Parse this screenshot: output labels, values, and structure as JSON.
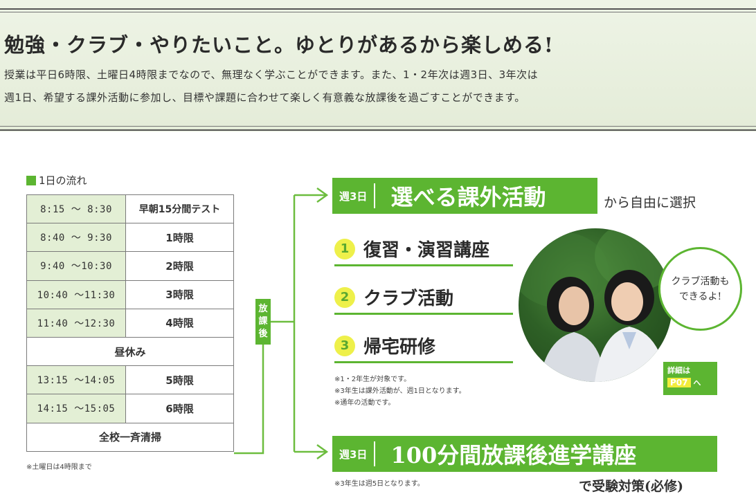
{
  "header": {
    "headline": "勉強・クラブ・やりたいこと。ゆとりがあるから楽しめる!",
    "intro_line1": "授業は平日6時限、土曜日4時限までなので、無理なく学ぶことができます。また、1・2年次は週3日、3年次は",
    "intro_line2": "週1日、希望する課外活動に参加し、目標や課題に合わせて楽しく有意義な放課後を過ごすことができます。"
  },
  "schedule": {
    "label": "1日の流れ",
    "rows": [
      {
        "time": "8:15 ～ 8:30",
        "period": "早朝15分間テスト"
      },
      {
        "time": "8:40 ～ 9:30",
        "period": "1時限"
      },
      {
        "time": "9:40 ～10:30",
        "period": "2時限"
      },
      {
        "time": "10:40 ～11:30",
        "period": "3時限"
      },
      {
        "time": "11:40 ～12:30",
        "period": "4時限"
      },
      {
        "full": "昼休み"
      },
      {
        "time": "13:15 ～14:05",
        "period": "5時限"
      },
      {
        "time": "14:15 ～15:05",
        "period": "6時限"
      },
      {
        "full": "全校一斉清掃"
      }
    ],
    "note": "※土曜日は4時限まで",
    "houkago": [
      "放",
      "課",
      "後"
    ]
  },
  "extracurricular": {
    "week": "週3日",
    "title": "選べる課外活動",
    "suffix": "から自由に選択",
    "items": [
      {
        "num": "1",
        "label": "復習・演習講座"
      },
      {
        "num": "2",
        "label": "クラブ活動"
      },
      {
        "num": "3",
        "label": "帰宅研修"
      }
    ],
    "notes": [
      "※1・2年生が対象です。",
      "※3年生は課外活動が、週1日となります。",
      "※通年の活動です。"
    ],
    "bubble": [
      "クラブ活動も",
      "できるよ!"
    ],
    "detail_label": "詳細は",
    "detail_page": "P07",
    "detail_arrow": "へ"
  },
  "lecture": {
    "week": "週3日",
    "title": "100分間放課後進学講座",
    "note": "※3年生は週5日となります。",
    "suffix": "で受験対策(必修)"
  },
  "colors": {
    "accent": "#5cb531",
    "light_green": "#e3efd5",
    "number_yellow": "#eef04a"
  }
}
